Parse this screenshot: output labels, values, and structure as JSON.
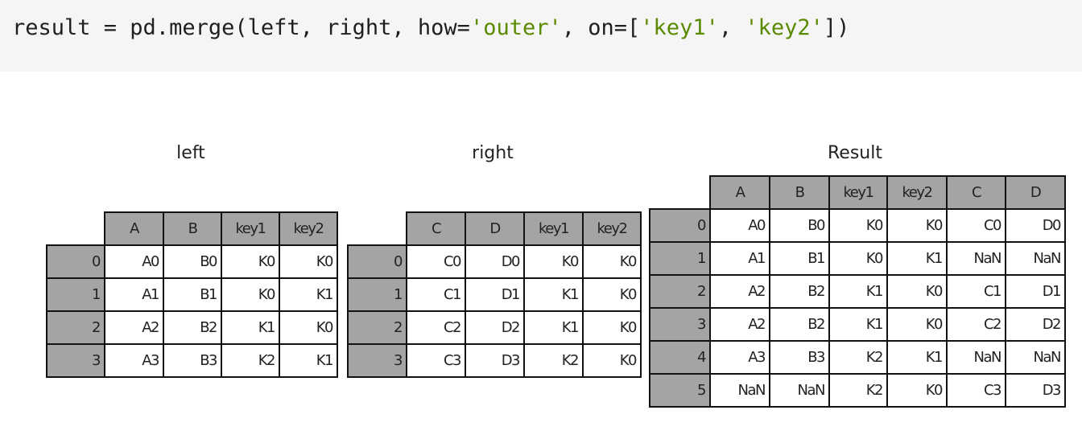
{
  "code": {
    "prefix": "result = pd.merge(left, right, how=",
    "how_value": "'outer'",
    "mid": ", on=[",
    "key_a": "'key1'",
    "sep": ", ",
    "key_b": "'key2'",
    "suffix": "])"
  },
  "tables": {
    "left": {
      "title": "left",
      "columns": [
        "A",
        "B",
        "key1",
        "key2"
      ],
      "index": [
        "0",
        "1",
        "2",
        "3"
      ],
      "rows": [
        [
          "A0",
          "B0",
          "K0",
          "K0"
        ],
        [
          "A1",
          "B1",
          "K0",
          "K1"
        ],
        [
          "A2",
          "B2",
          "K1",
          "K0"
        ],
        [
          "A3",
          "B3",
          "K2",
          "K1"
        ]
      ]
    },
    "right": {
      "title": "right",
      "columns": [
        "C",
        "D",
        "key1",
        "key2"
      ],
      "index": [
        "0",
        "1",
        "2",
        "3"
      ],
      "rows": [
        [
          "C0",
          "D0",
          "K0",
          "K0"
        ],
        [
          "C1",
          "D1",
          "K1",
          "K0"
        ],
        [
          "C2",
          "D2",
          "K1",
          "K0"
        ],
        [
          "C3",
          "D3",
          "K2",
          "K0"
        ]
      ]
    },
    "result": {
      "title": "Result",
      "columns": [
        "A",
        "B",
        "key1",
        "key2",
        "C",
        "D"
      ],
      "index": [
        "0",
        "1",
        "2",
        "3",
        "4",
        "5"
      ],
      "rows": [
        [
          "A0",
          "B0",
          "K0",
          "K0",
          "C0",
          "D0"
        ],
        [
          "A1",
          "B1",
          "K0",
          "K1",
          "NaN",
          "NaN"
        ],
        [
          "A2",
          "B2",
          "K1",
          "K0",
          "C1",
          "D1"
        ],
        [
          "A2",
          "B2",
          "K1",
          "K0",
          "C2",
          "D2"
        ],
        [
          "A3",
          "B3",
          "K2",
          "K1",
          "NaN",
          "NaN"
        ],
        [
          "NaN",
          "NaN",
          "K2",
          "K0",
          "C3",
          "D3"
        ]
      ]
    }
  },
  "colors": {
    "header_fill": "#a4a4a4",
    "code_background": "#f5f5f5",
    "string_literal": "#5a8a00"
  }
}
